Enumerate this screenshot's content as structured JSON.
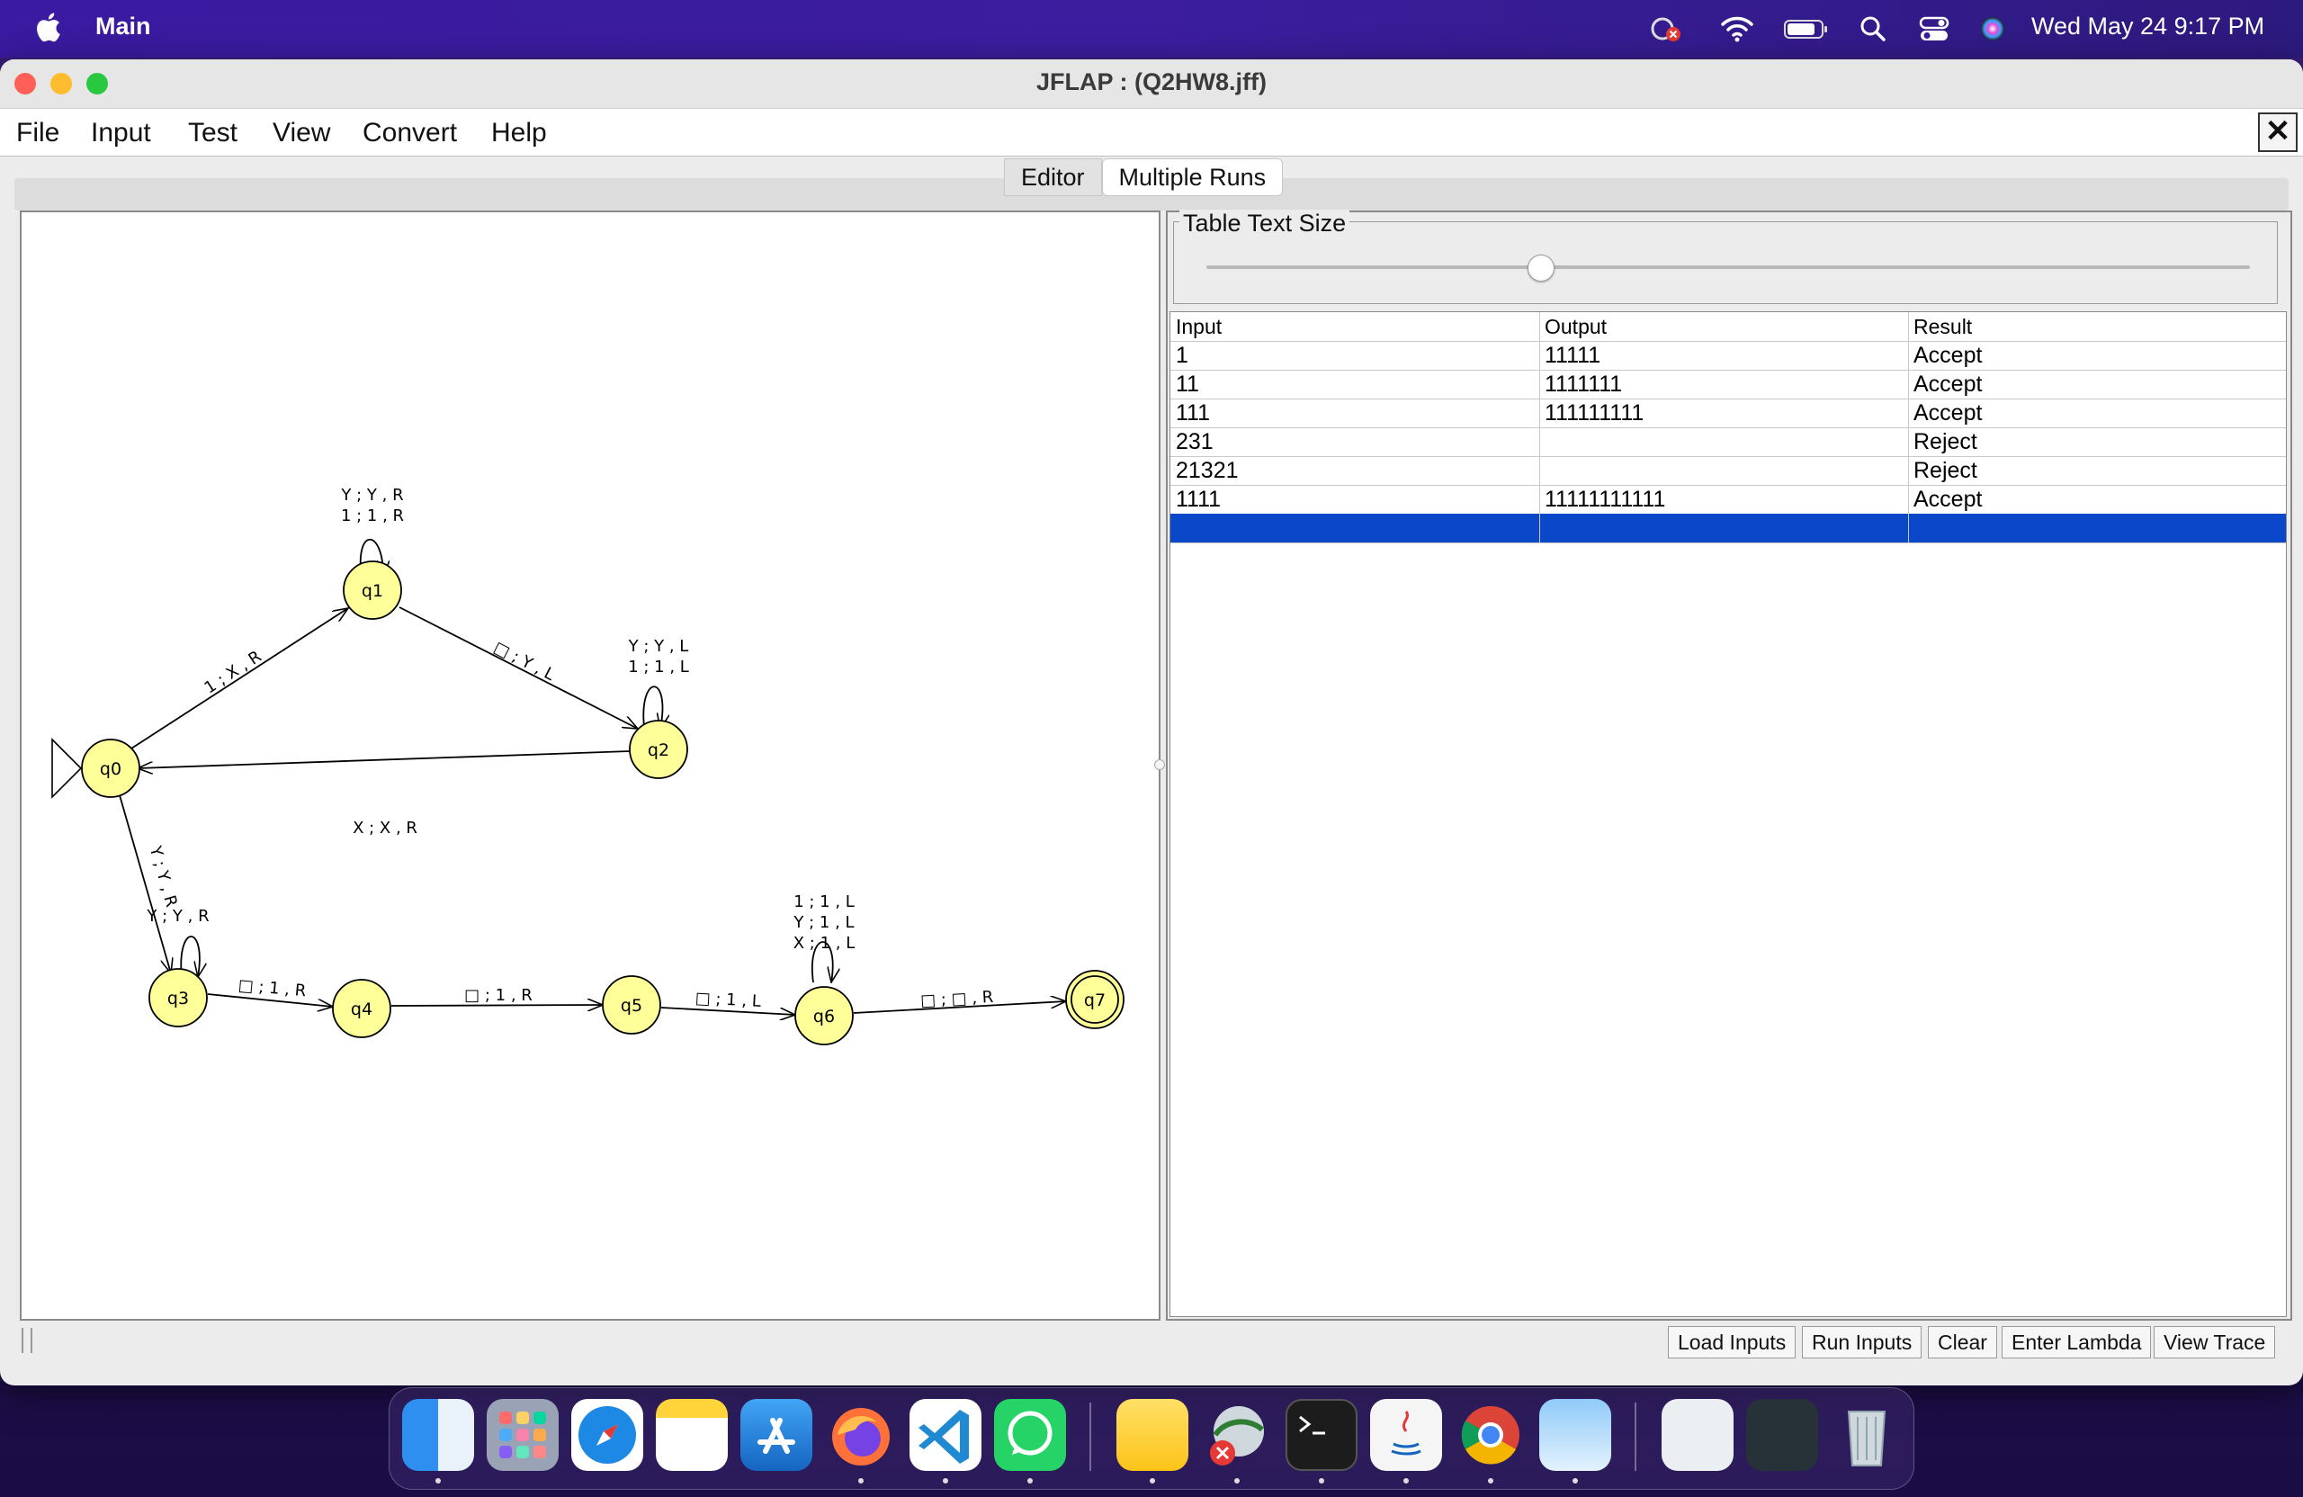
{
  "menubar": {
    "app_name": "Main",
    "clock": "Wed May 24  9:17 PM"
  },
  "window": {
    "title": "JFLAP : (Q2HW8.jff)",
    "menus": [
      "File",
      "Input",
      "Test",
      "View",
      "Convert",
      "Help"
    ],
    "close_glyph": "✕",
    "tabs": [
      {
        "label": "Editor",
        "active": false
      },
      {
        "label": "Multiple Runs",
        "active": true
      }
    ]
  },
  "automaton": {
    "states": [
      "q0",
      "q1",
      "q2",
      "q3",
      "q4",
      "q5",
      "q6",
      "q7"
    ],
    "initial": "q0",
    "final": "q7",
    "labels": {
      "q1_loop_1": "Y ; Y , R",
      "q1_loop_2": "1 ; 1 , R",
      "q0_q1": "1 ; X , R",
      "q1_q2": "□ ; Y , L",
      "q2_loop_1": "Y ; Y , L",
      "q2_loop_2": "1 ; 1 , L",
      "q2_q0": "X ; X , R",
      "q0_q3": "Y ; Y , R",
      "q3_loop": "Y ; Y , R",
      "q3_q4": "□ ; 1 , R",
      "q4_q5": "□ ; 1 , R",
      "q5_q6": "□ ; 1 , L",
      "q6_loop_1": "1 ; 1 , L",
      "q6_loop_2": "Y ; 1 , L",
      "q6_loop_3": "X ; 1 , L",
      "q6_q7": "□ ; □ , R"
    }
  },
  "runs": {
    "size_label": "Table Text Size",
    "slider_value": 0.32,
    "columns": [
      "Input",
      "Output",
      "Result"
    ],
    "rows": [
      [
        "1",
        "11111",
        "Accept"
      ],
      [
        "11",
        "1111111",
        "Accept"
      ],
      [
        "111",
        "111111111",
        "Accept"
      ],
      [
        "231",
        "",
        "Reject"
      ],
      [
        "21321",
        "",
        "Reject"
      ],
      [
        "1111",
        "11111111111",
        "Accept"
      ]
    ],
    "buttons": [
      "Load Inputs",
      "Run Inputs",
      "Clear",
      "Enter Lambda",
      "View Trace"
    ]
  },
  "dock": {
    "apps": [
      "finder-icon",
      "launchpad-icon",
      "safari-icon",
      "notes-icon",
      "app-store-icon",
      "firefox-icon",
      "vscode-icon",
      "whatsapp-icon",
      "stickies-icon",
      "jflap-icon",
      "terminal-icon",
      "java-icon",
      "chrome-icon",
      "preview-icon",
      "downloads-stack-icon",
      "screenshots-stack-icon",
      "trash-icon"
    ]
  },
  "colors": {
    "menubar": "#3a1aa0",
    "state_fill": "#ffff99",
    "selected_row": "#0a47c9"
  }
}
